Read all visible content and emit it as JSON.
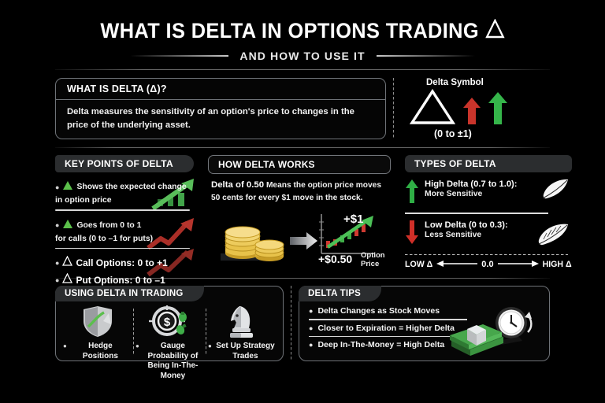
{
  "header": {
    "title": "WHAT IS DELTA IN OPTIONS TRADING",
    "title_symbol": "△",
    "subtitle": "AND HOW TO USE IT"
  },
  "definition": {
    "heading": "WHAT IS DELTA (Δ)?",
    "body": "Delta measures the sensitivity of an option's price to changes in the price of the underlying asset."
  },
  "delta_symbol": {
    "label": "Delta Symbol",
    "range": "(0 to ±1)",
    "triangle_color": "#ffffff",
    "up_arrow_green": "#35b54a",
    "up_arrow_red": "#c9342b"
  },
  "key_points": {
    "heading": "KEY POINTS OF DELTA",
    "items": [
      {
        "icon": "green-delta-icon",
        "line1": "Shows the expected change",
        "line2": "in  option price"
      },
      {
        "icon": "green-delta-icon",
        "line1": "Goes from 0 to 1",
        "line2": "for calls (0 to –1 for puts)"
      }
    ],
    "options": [
      {
        "icon": "delta-outline-icon",
        "text": "Call Options: 0 to +1"
      },
      {
        "icon": "delta-outline-icon",
        "text": "Put Options: 0 to –1"
      }
    ]
  },
  "how_delta_works": {
    "heading": "HOW DELTA WORKS",
    "lead": "Delta of 0.50",
    "body": " Means the option price moves 50 cents for every $1 move in the stock.",
    "stock_move_label": "+$1",
    "option_move_label": "+$0.50",
    "option_price_label_line1": "Option",
    "option_price_label_line2": "Price"
  },
  "types_of_delta": {
    "heading": "TYPES OF DELTA",
    "rows": [
      {
        "arrow": "up-arrow-icon",
        "arrow_color": "#2fae45",
        "title": "High Delta",
        "range": " (0.7 to 1.0):",
        "sub": "More Sensitive",
        "icon": "feather-icon"
      },
      {
        "arrow": "down-arrow-icon",
        "arrow_color": "#cf2f28",
        "title": "Low Delta",
        "range": " (0 to 0.3):",
        "sub": "Less Sensitive",
        "icon": "feather-icon"
      }
    ],
    "scale": {
      "left": "LOW Δ",
      "center": "0.0",
      "right": "HIGH Δ"
    }
  },
  "using_delta": {
    "heading": "USING DELTA IN TRADING",
    "items": [
      {
        "icon": "shield-icon",
        "label": "Hedge Positions"
      },
      {
        "icon": "target-dollar-icon",
        "label": "Gauge Probability of Being In-The-Money"
      },
      {
        "icon": "chess-knight-icon",
        "label": "Set Up Strategy Trades"
      }
    ]
  },
  "delta_tips": {
    "heading": "DELTA TIPS",
    "items": [
      "Delta Changes as Stock Moves",
      "Closer to Expiration = Higher Delta",
      "Deep In-The-Money = High Delta"
    ],
    "art": [
      "clock-icon",
      "cash-stack-icon"
    ]
  }
}
